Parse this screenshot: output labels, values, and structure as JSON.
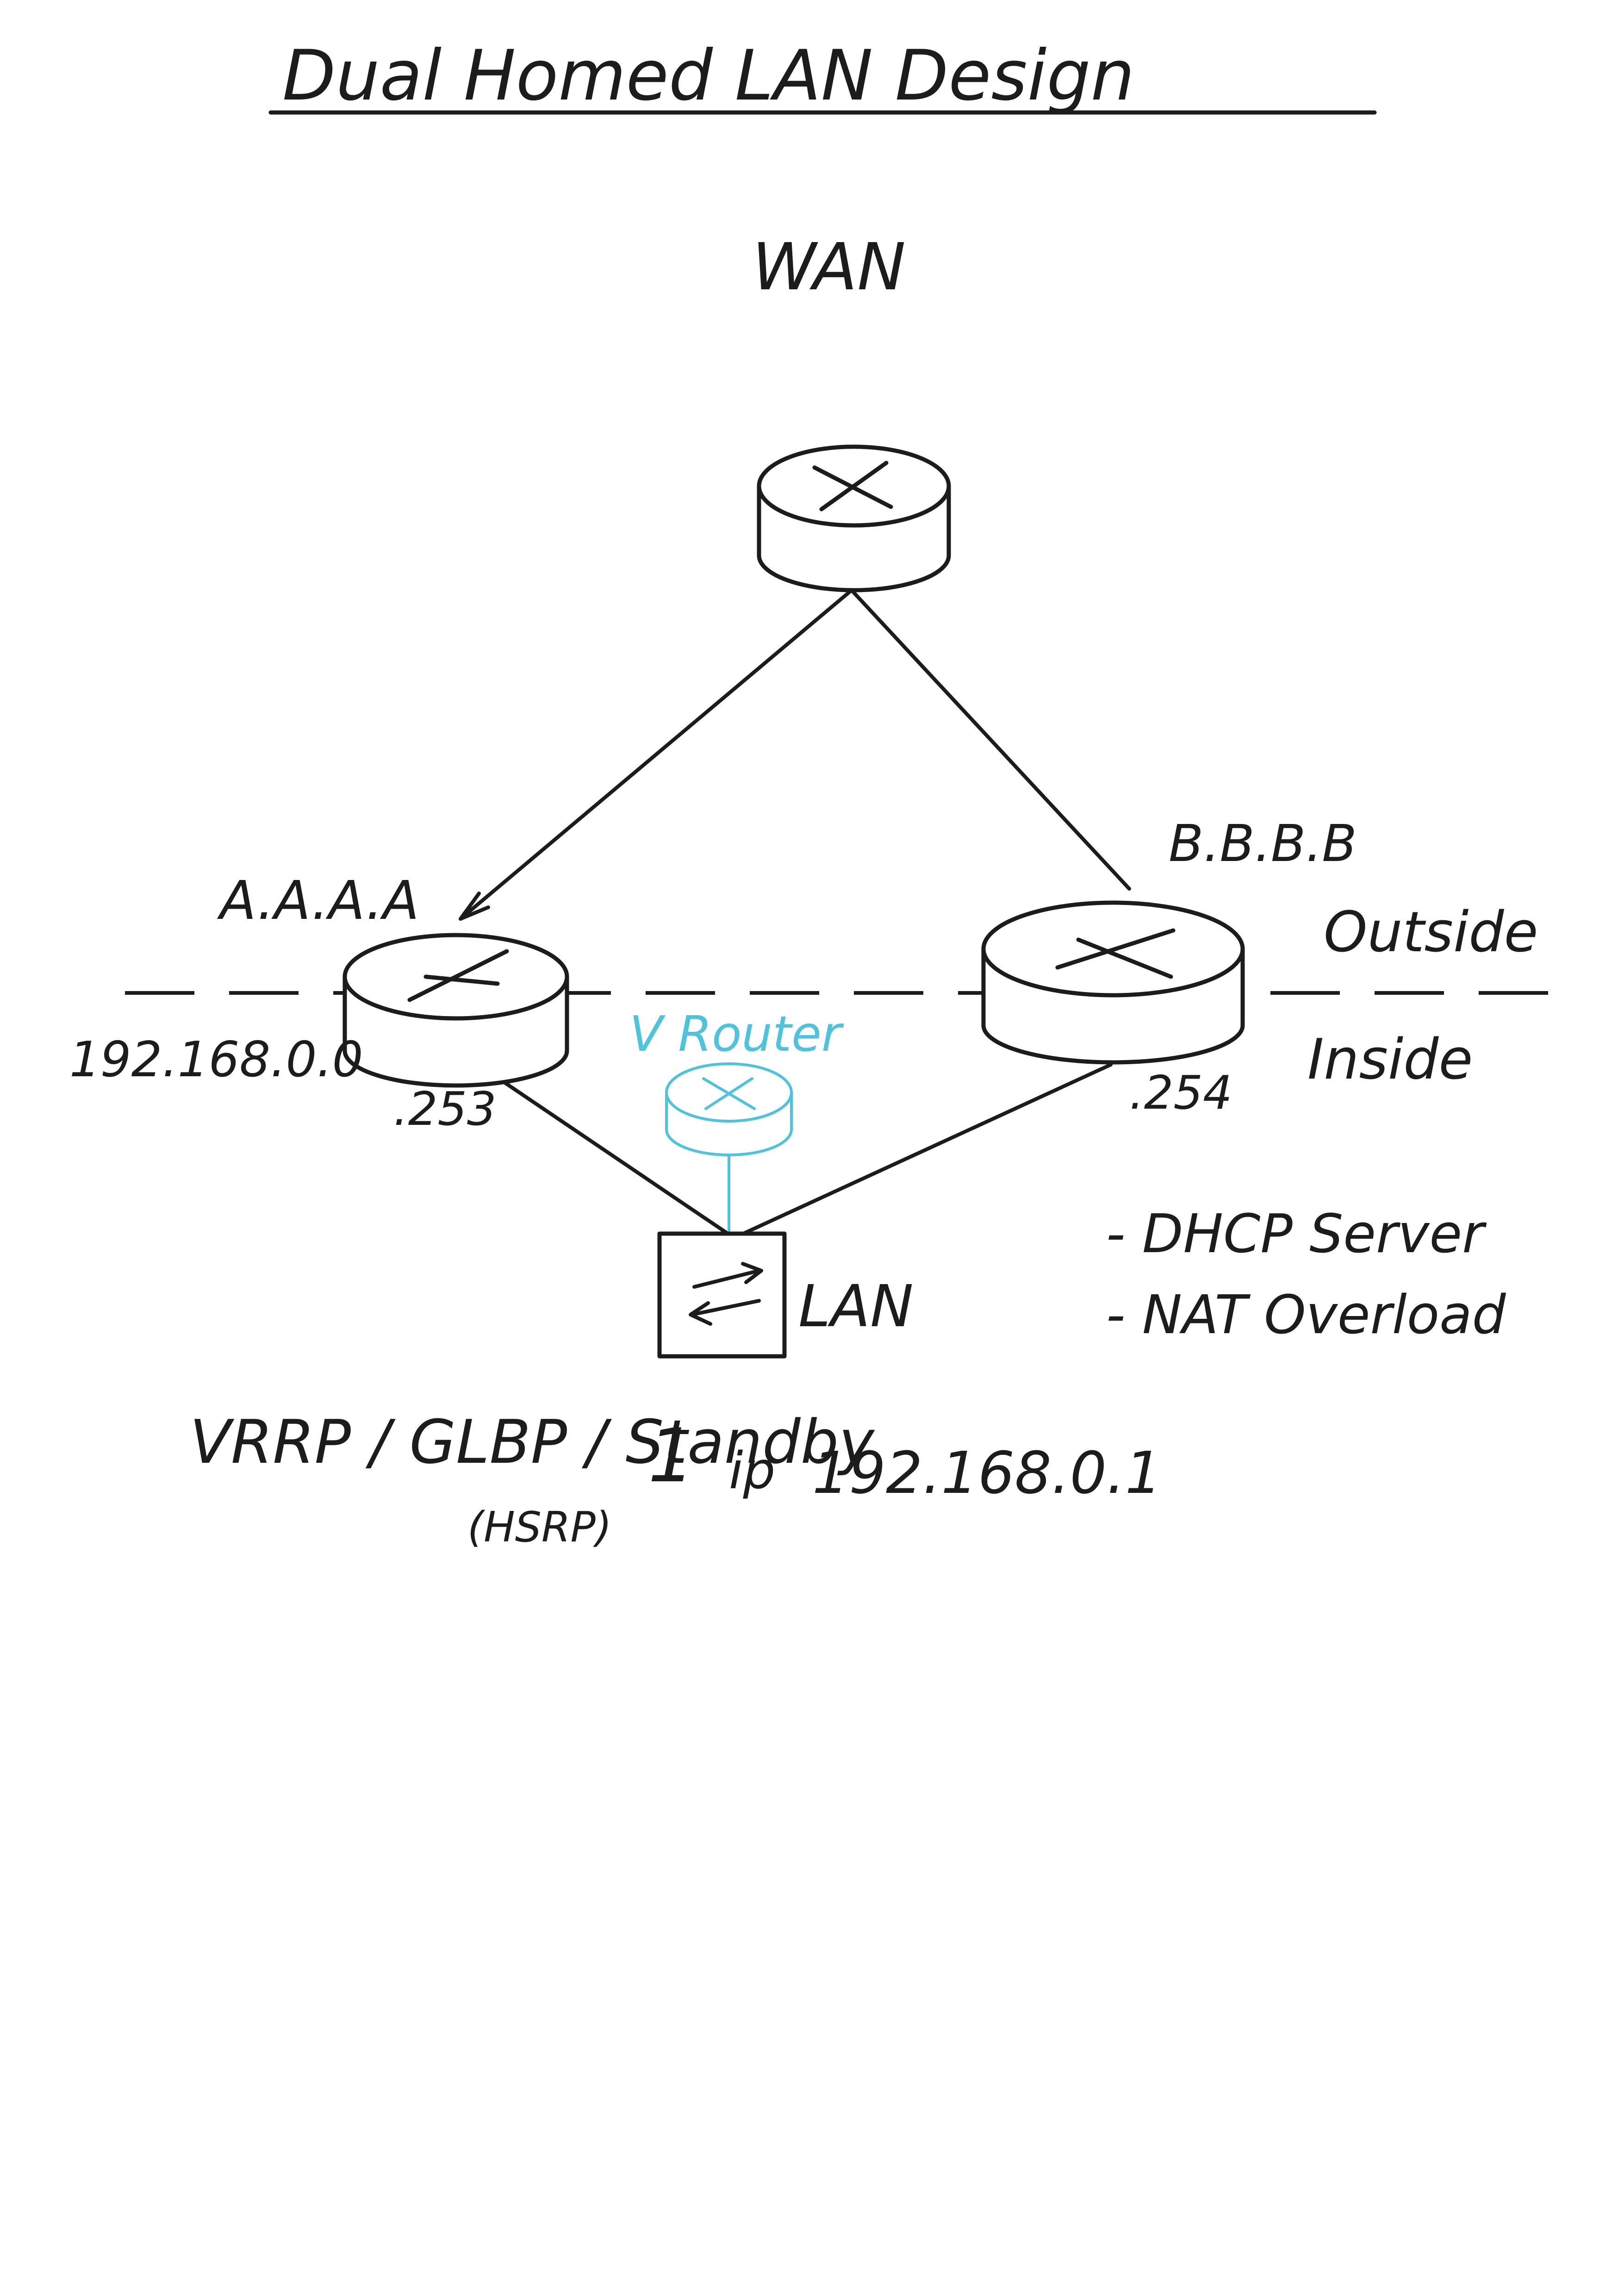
{
  "title": "Dual Homed LAN Design",
  "wan_label": "WAN",
  "router_a": {
    "label": "A.A.A.A",
    "interface": ".253"
  },
  "router_b": {
    "label": "B.B.B.B",
    "interface": ".254"
  },
  "virtual_router_label": "V Router",
  "network_label": "192.168.0.0",
  "zones": {
    "outside": "Outside",
    "inside": "Inside"
  },
  "switch_label": "LAN",
  "features": [
    "- DHCP Server",
    "- NAT Overload"
  ],
  "redundancy": {
    "protocols": "VRRP / GLBP / Standby",
    "group": "1",
    "ip_keyword": "ip",
    "virtual_ip": "192.168.0.1",
    "hsrp_note": "(HSRP)"
  },
  "colors": {
    "ink": "#1c1c1c",
    "virtual": "#4fc3dc"
  }
}
